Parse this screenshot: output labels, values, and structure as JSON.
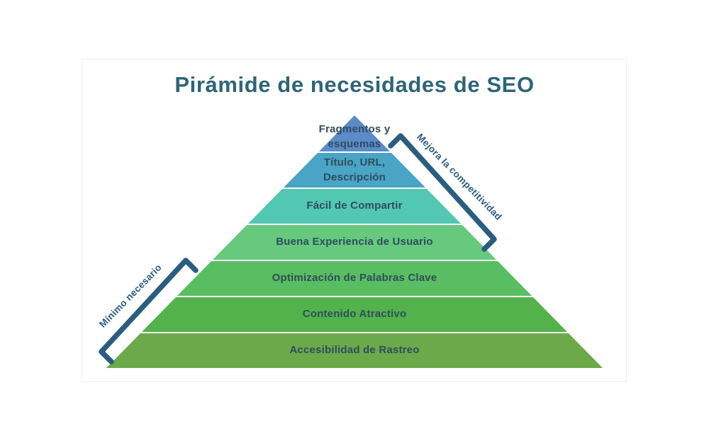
{
  "title": "Pirámide de necesidades de SEO",
  "pyramid": {
    "levels": [
      {
        "label": "Fragmentos y esquemas",
        "color": "#5b8bc9"
      },
      {
        "label": "Título, URL, Descripción",
        "color": "#49a4c5"
      },
      {
        "label": "Fácil de Compartir",
        "color": "#52c7b2"
      },
      {
        "label": "Buena Experiencia de Usuario",
        "color": "#66c97e"
      },
      {
        "label": "Optimización de Palabras Clave",
        "color": "#59bd62"
      },
      {
        "label": "Contenido Atractivo",
        "color": "#53b24b"
      },
      {
        "label": "Accesibilidad de Rastreo",
        "color": "#6ca94b"
      }
    ]
  },
  "annotations": {
    "left_bracket_label": "Mínimo necesario",
    "right_bracket_label": "Mejora la competitividad"
  },
  "colors": {
    "title_text": "#2e6478",
    "label_text": "#2f4d5d",
    "bracket": "#2b5d7e",
    "card_border": "#ededed",
    "background": "#ffffff"
  }
}
